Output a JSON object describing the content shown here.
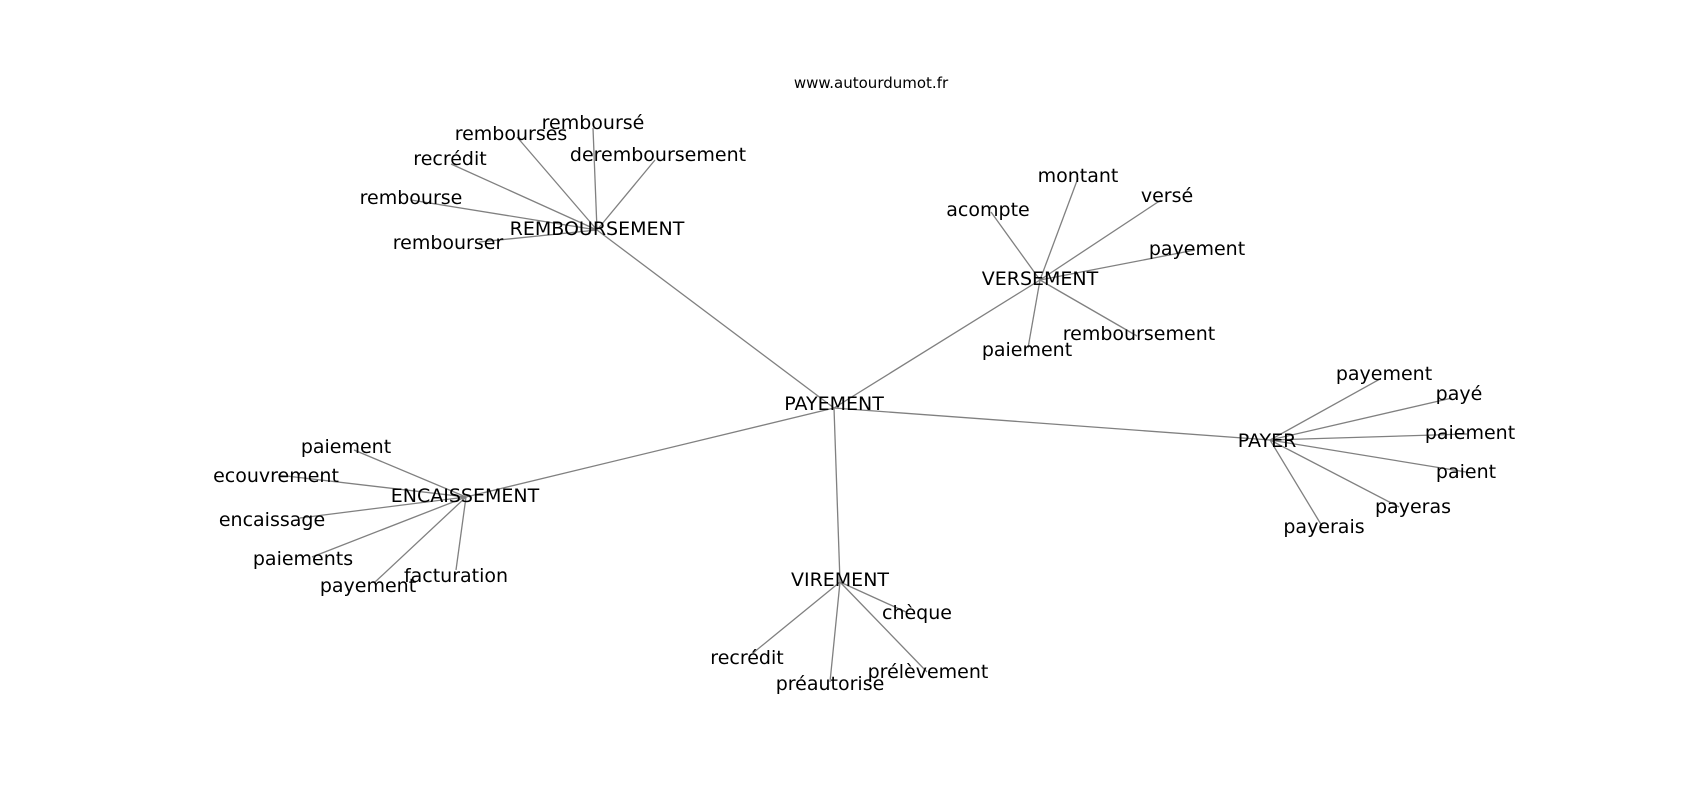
{
  "credit": "www.autourdumot.fr",
  "colors": {
    "edge": "#808080",
    "text": "#000000",
    "background": "#ffffff"
  },
  "graph": {
    "center": "PAYEMENT",
    "groups": [
      {
        "hub": "REMBOURSEMENT",
        "leaves": [
          "rembourses",
          "remboursé",
          "recrédit",
          "deremboursement",
          "rembourse",
          "rembourser"
        ]
      },
      {
        "hub": "VERSEMENT",
        "leaves": [
          "montant",
          "acompte",
          "versé",
          "payement",
          "remboursement",
          "paiement"
        ]
      },
      {
        "hub": "PAYER",
        "leaves": [
          "payement",
          "payé",
          "paiement",
          "paient",
          "payeras",
          "payerais"
        ]
      },
      {
        "hub": "ENCAISSEMENT",
        "leaves": [
          "paiement",
          "ecouvrement",
          "encaissage",
          "paiements",
          "payement",
          "facturation"
        ]
      },
      {
        "hub": "VIREMENT",
        "leaves": [
          "chèque",
          "recrédit",
          "prélèvement",
          "préautorise"
        ]
      }
    ]
  }
}
